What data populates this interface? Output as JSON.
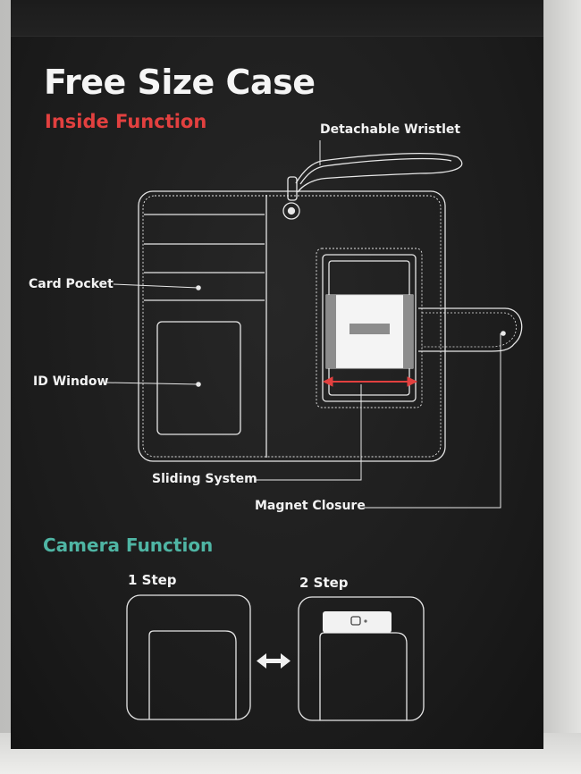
{
  "title": "Free Size Case",
  "inside_function": {
    "heading": "Inside Function",
    "labels": {
      "wristlet": "Detachable Wristlet",
      "card_pocket": "Card Pocket",
      "id_window": "ID Window",
      "sliding_system": "Sliding System",
      "magnet_closure": "Magnet Closure"
    }
  },
  "camera_function": {
    "heading": "Camera Function",
    "steps": [
      "1 Step",
      "2 Step"
    ]
  },
  "colors": {
    "accent_red": "#e2403f",
    "accent_teal": "#4fb5a4",
    "panel": "#1e1e1e",
    "line": "#e8e8e8"
  },
  "icons": [
    "double-arrow-icon",
    "camera-lens-icon"
  ]
}
